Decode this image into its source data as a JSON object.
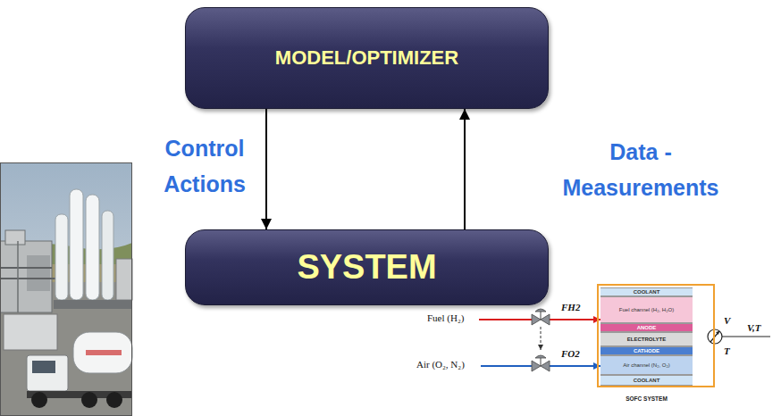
{
  "diagram": {
    "nodes": [
      {
        "text": [
          "MODEL/OPTIMIZER"
        ]
      },
      {
        "text": [
          "SYSTEM"
        ]
      },
      {
        "text": [
          "SOFC SYSTEM"
        ]
      },
      {
        "text": [
          "COOLANT"
        ],
        "in": 2
      },
      {
        "text": [
          "Fuel channel (H₂, H₂O)"
        ],
        "in": 2
      },
      {
        "text": [
          "ANODE"
        ],
        "in": 2
      },
      {
        "text": [
          "ELECTROLYTE"
        ],
        "in": 2
      },
      {
        "text": [
          "CATHODE"
        ],
        "in": 2
      },
      {
        "text": [
          "Air channel (N₂, O₂)"
        ],
        "in": 2
      },
      {
        "text": [
          "COOLANT"
        ],
        "in": 2
      }
    ],
    "edges": [
      {
        "from": 0,
        "to": 1,
        "arrow": "to",
        "label": "Control Actions"
      },
      {
        "from": 1,
        "to": 0,
        "arrow": "to",
        "label": "Data - Measurements"
      }
    ],
    "labels": [
      "Fuel (H₂)",
      "FH2",
      "Air (O₂, N₂)",
      "FO2",
      "V",
      "T",
      "V,T"
    ]
  }
}
